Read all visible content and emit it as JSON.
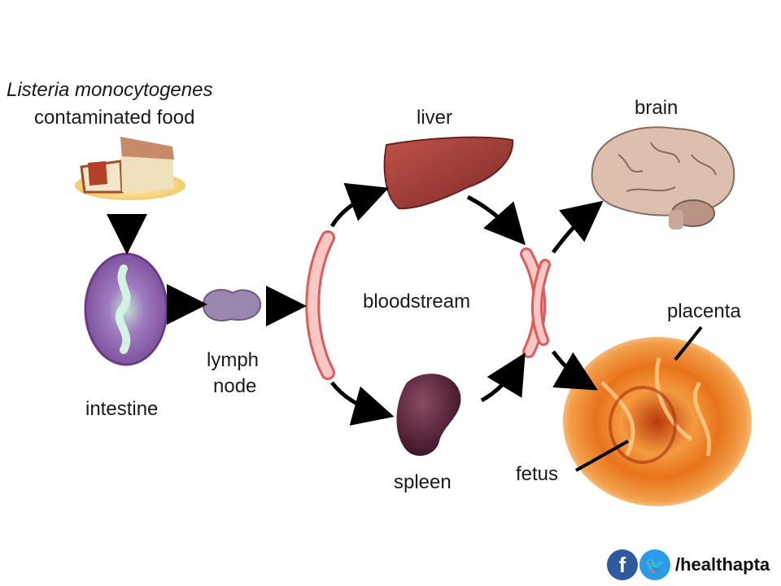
{
  "title": {
    "organism": "Listeria monocytogenes",
    "source": "contaminated food"
  },
  "labels": {
    "intestine": "intestine",
    "lymph_line1": "lymph",
    "lymph_line2": "node",
    "bloodstream": "bloodstream",
    "liver": "liver",
    "spleen": "spleen",
    "brain": "brain",
    "placenta": "placenta",
    "fetus": "fetus"
  },
  "social": {
    "facebook_glyph": "f",
    "twitter_glyph": "🐦",
    "handle": "/healthapta"
  },
  "colors": {
    "vessel_fill": "#f7c8c4",
    "vessel_stroke": "#e05a5a",
    "arrow": "#000000",
    "liver": "#a8443f",
    "spleen": "#4a1a2e",
    "brain": "#d8b9a6",
    "placenta": "#e8731c",
    "intestine": "#8b5aa8",
    "facebook": "#2f5aa0",
    "twitter": "#2b9ae8"
  }
}
